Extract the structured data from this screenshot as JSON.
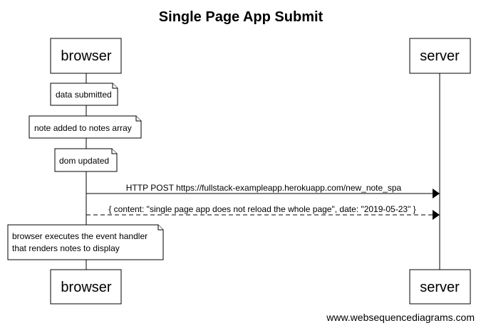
{
  "title": "Single Page App Submit",
  "actors": {
    "browser": "browser",
    "server": "server"
  },
  "notes": {
    "data_submitted": "data submitted",
    "note_added": "note added to notes array",
    "dom_updated": "dom updated",
    "event_handler_line1": "browser executes the event handler",
    "event_handler_line2": "that renders notes to display"
  },
  "messages": {
    "http_post": "HTTP POST https://fullstack-exampleapp.herokuapp.com/new_note_spa",
    "response": "{ content: \"single page app does not reload the whole page\", date: \"2019-05-23\" }"
  },
  "footer": {
    "watermark": "www.websequencediagrams.com"
  }
}
